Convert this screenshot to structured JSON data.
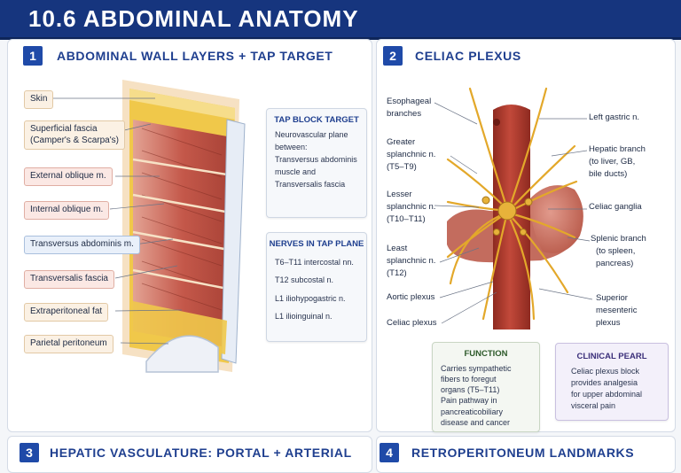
{
  "header": {
    "title": "10.6 ABDOMINAL ANATOMY"
  },
  "panel1": {
    "num": "1",
    "title": "ABDOMINAL WALL LAYERS + TAP TARGET",
    "layers": [
      {
        "label": "Skin"
      },
      {
        "label": "Superficial fascia",
        "label2": "(Camper's & Scarpa's)"
      },
      {
        "label": "External oblique m."
      },
      {
        "label": "Internal oblique m."
      },
      {
        "label": "Transversus abdominis m."
      },
      {
        "label": "Transversalis fascia"
      },
      {
        "label": "Extraperitoneal fat"
      },
      {
        "label": "Parietal peritoneum"
      }
    ],
    "tap_box": {
      "title": "TAP BLOCK TARGET",
      "lines": [
        "Neurovascular plane",
        "between:",
        "Transversus abdominis",
        "muscle and",
        "Transversalis fascia"
      ]
    },
    "nerves_box": {
      "title": "NERVES IN TAP PLANE",
      "lines": [
        "T6–T11 intercostal nn.",
        "T12 subcostal n.",
        "L1 iliohypogastric n.",
        "L1 ilioinguinal n."
      ]
    }
  },
  "panel2": {
    "num": "2",
    "title": "CELIAC PLEXUS",
    "left_labels": [
      {
        "lines": [
          "Esophageal",
          "branches"
        ]
      },
      {
        "lines": [
          "Greater",
          "splanchnic n.",
          "(T5–T9)"
        ]
      },
      {
        "lines": [
          "Lesser",
          "splanchnic n.",
          "(T10–T11)"
        ]
      },
      {
        "lines": [
          "Least",
          "splanchnic n.",
          "(T12)"
        ]
      },
      {
        "lines": [
          "Aortic plexus"
        ]
      },
      {
        "lines": [
          "Celiac plexus"
        ]
      }
    ],
    "right_labels": [
      {
        "lines": [
          "Left gastric n."
        ]
      },
      {
        "lines": [
          "Hepatic branch",
          "(to liver, GB,",
          "bile ducts)"
        ]
      },
      {
        "lines": [
          "Celiac ganglia"
        ]
      },
      {
        "lines": [
          "Splenic branch",
          "(to spleen,",
          "pancreas)"
        ]
      },
      {
        "lines": [
          "Superior",
          "mesenteric",
          "plexus"
        ]
      }
    ],
    "function_box": {
      "title": "FUNCTION",
      "lines": [
        "Carries sympathetic",
        "fibers to foregut",
        "organs (T5–T11)",
        "Pain pathway in",
        "pancreaticobiliary",
        "disease and cancer"
      ]
    },
    "pearl_box": {
      "title": "CLINICAL PEARL",
      "lines": [
        "Celiac plexus block",
        "provides analgesia",
        "for upper abdominal",
        "visceral pain"
      ]
    }
  },
  "panel3": {
    "num": "3",
    "title": "HEPATIC VASCULATURE: PORTAL + ARTERIAL"
  },
  "panel4": {
    "num": "4",
    "title": "RETROPERITONEUM LANDMARKS"
  },
  "colors": {
    "header": "#16357e",
    "accent": "#1f4aa8",
    "muscle": "#c4584a",
    "fat": "#f0c84a",
    "nerve": "#e3a82a",
    "aorta": "#b8402f"
  }
}
